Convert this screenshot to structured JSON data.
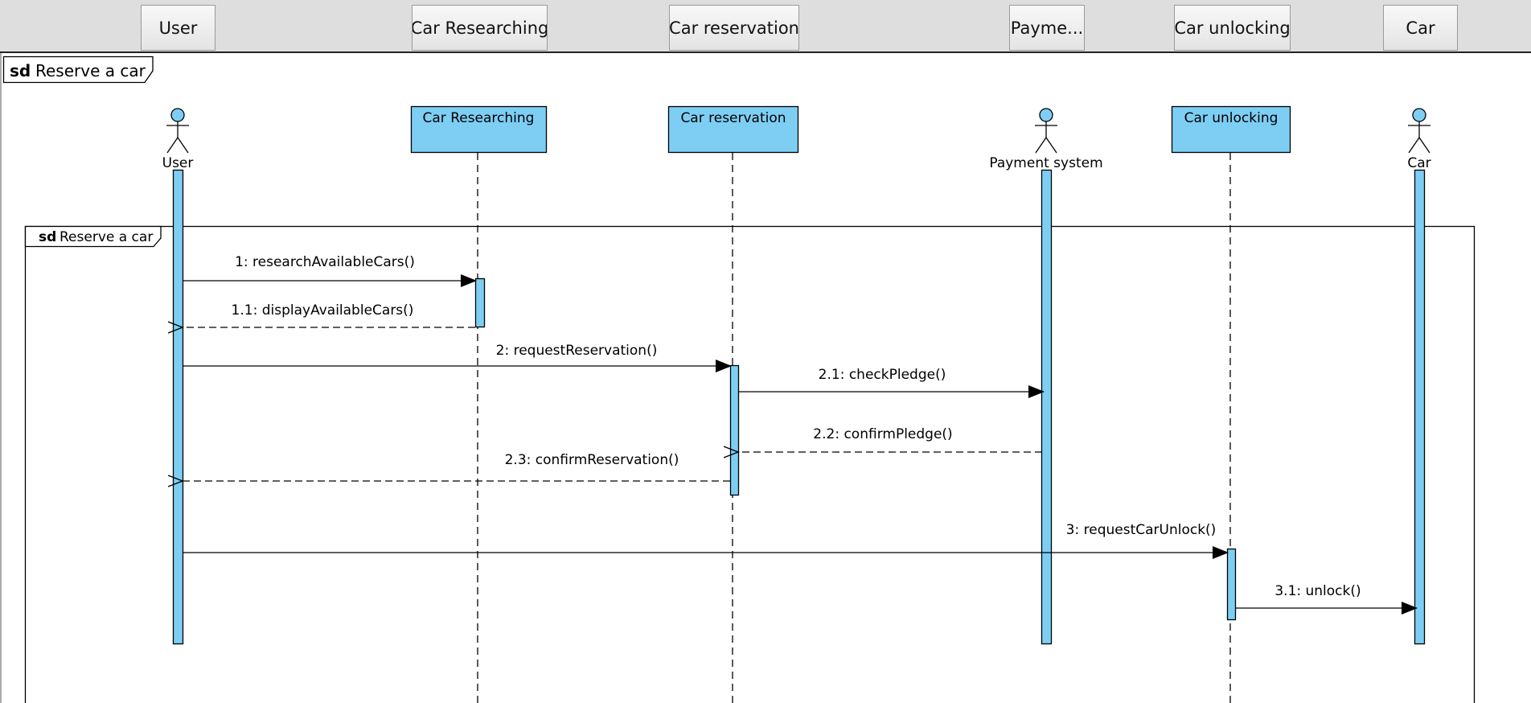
{
  "header": {
    "lifeline_tabs": [
      {
        "label": "User"
      },
      {
        "label": "Car Researching"
      },
      {
        "label": "Car reservation"
      },
      {
        "label": "Payme..."
      },
      {
        "label": "Car unlocking"
      },
      {
        "label": "Car"
      }
    ]
  },
  "outer_frame": {
    "keyword": "sd",
    "title": "Reserve a car"
  },
  "inner_frame": {
    "keyword": "sd",
    "title": "Reserve a car"
  },
  "lifelines": [
    {
      "name": "User",
      "kind": "actor"
    },
    {
      "name": "Car Researching",
      "kind": "object"
    },
    {
      "name": "Car reservation",
      "kind": "object"
    },
    {
      "name": "Payment system",
      "kind": "actor"
    },
    {
      "name": "Car unlocking",
      "kind": "object"
    },
    {
      "name": "Car",
      "kind": "actor"
    }
  ],
  "messages": [
    {
      "label": "1: researchAvailableCars()",
      "from": "User",
      "to": "Car Researching",
      "type": "sync"
    },
    {
      "label": "1.1: displayAvailableCars()",
      "from": "Car Researching",
      "to": "User",
      "type": "reply"
    },
    {
      "label": "2: requestReservation()",
      "from": "User",
      "to": "Car reservation",
      "type": "sync"
    },
    {
      "label": "2.1: checkPledge()",
      "from": "Car reservation",
      "to": "Payment system",
      "type": "sync"
    },
    {
      "label": "2.2: confirmPledge()",
      "from": "Payment system",
      "to": "Car reservation",
      "type": "reply"
    },
    {
      "label": "2.3: confirmReservation()",
      "from": "Car reservation",
      "to": "User",
      "type": "reply"
    },
    {
      "label": "3: requestCarUnlock()",
      "from": "User",
      "to": "Car unlocking",
      "type": "sync"
    },
    {
      "label": "3.1: unlock()",
      "from": "Car unlocking",
      "to": "Car",
      "type": "sync"
    }
  ],
  "colors": {
    "fill": "#7ecef4",
    "stroke": "#000000",
    "header_bg": "#dedede",
    "background": "#ffffff"
  }
}
